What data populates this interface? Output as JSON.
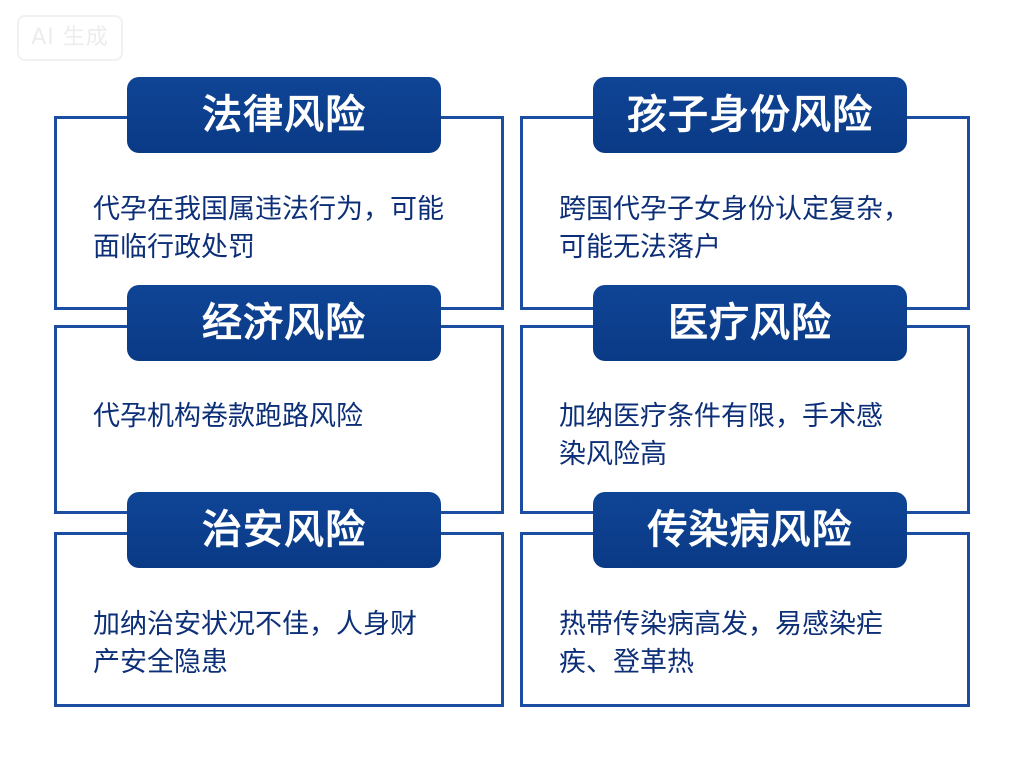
{
  "watermark": {
    "label": "AI 生成"
  },
  "colors": {
    "primary_blue": "#0f4495",
    "border_blue": "#1b4ea3",
    "text_blue": "#0d2f78",
    "background": "#ffffff"
  },
  "risks": [
    {
      "title": "法律风险",
      "description_lines": [
        "代孕在我国属违法行为，可能",
        "面临行政处罚"
      ]
    },
    {
      "title": "孩子身份风险",
      "description_lines": [
        "跨国代孕子女身份认定复杂，",
        "可能无法落户"
      ]
    },
    {
      "title": "经济风险",
      "description_lines": [
        "代孕机构卷款跑路风险"
      ]
    },
    {
      "title": "医疗风险",
      "description_lines": [
        "加纳医疗条件有限，手术感",
        "染风险高"
      ]
    },
    {
      "title": "治安风险",
      "description_lines": [
        "加纳治安状况不佳，人身财",
        "产安全隐患"
      ]
    },
    {
      "title": "传染病风险",
      "description_lines": [
        "热带传染病高发，易感染疟",
        "疾、登革热"
      ]
    }
  ]
}
